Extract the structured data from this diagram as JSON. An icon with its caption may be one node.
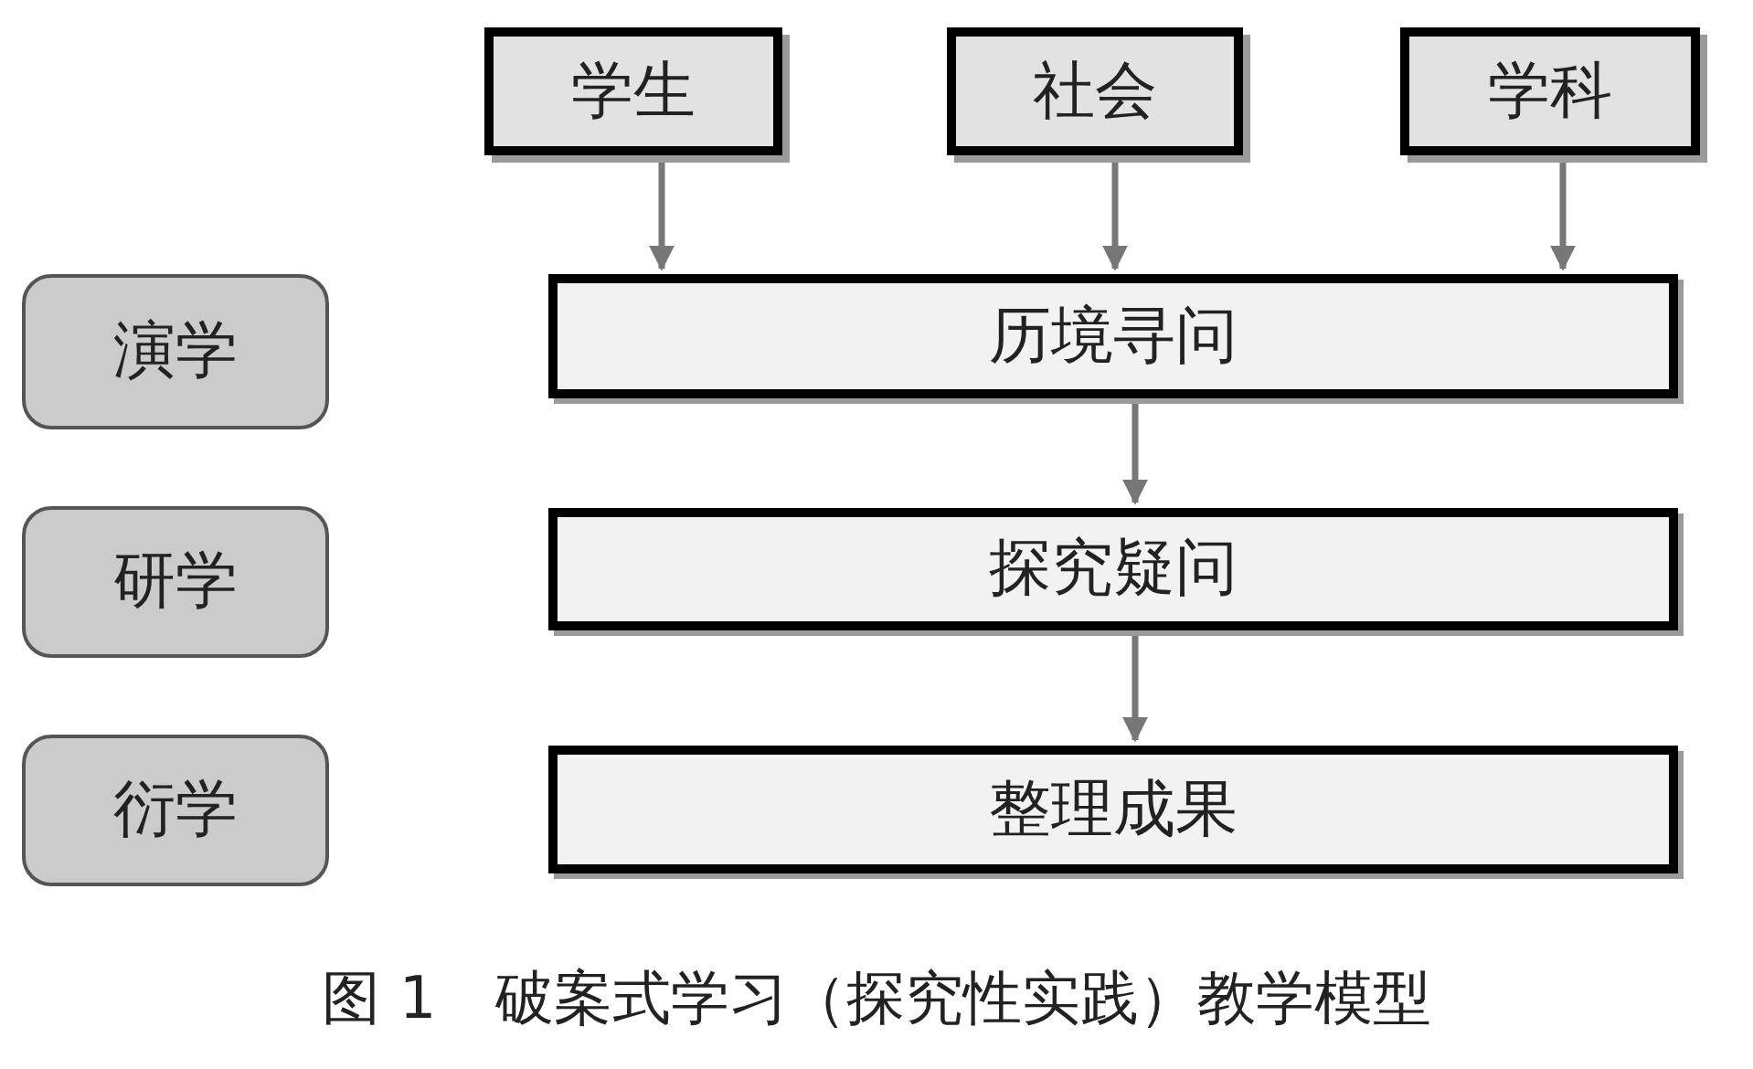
{
  "diagram": {
    "caption": "图 1　破案式学习（探究性实践）教学模型",
    "nodes": [
      {
        "text": [
          "学生"
        ]
      },
      {
        "text": [
          "社会"
        ]
      },
      {
        "text": [
          "学科"
        ]
      },
      {
        "text": [
          "演学"
        ]
      },
      {
        "text": [
          "历境寻问"
        ]
      },
      {
        "text": [
          "研学"
        ]
      },
      {
        "text": [
          "探究疑问"
        ]
      },
      {
        "text": [
          "衍学"
        ]
      },
      {
        "text": [
          "整理成果"
        ]
      }
    ],
    "edges": [
      {
        "from": 0,
        "to": 4,
        "arrow": "to"
      },
      {
        "from": 1,
        "to": 4,
        "arrow": "to"
      },
      {
        "from": 2,
        "to": 4,
        "arrow": "to"
      },
      {
        "from": 4,
        "to": 6,
        "arrow": "to"
      },
      {
        "from": 6,
        "to": 8,
        "arrow": "to"
      }
    ]
  }
}
